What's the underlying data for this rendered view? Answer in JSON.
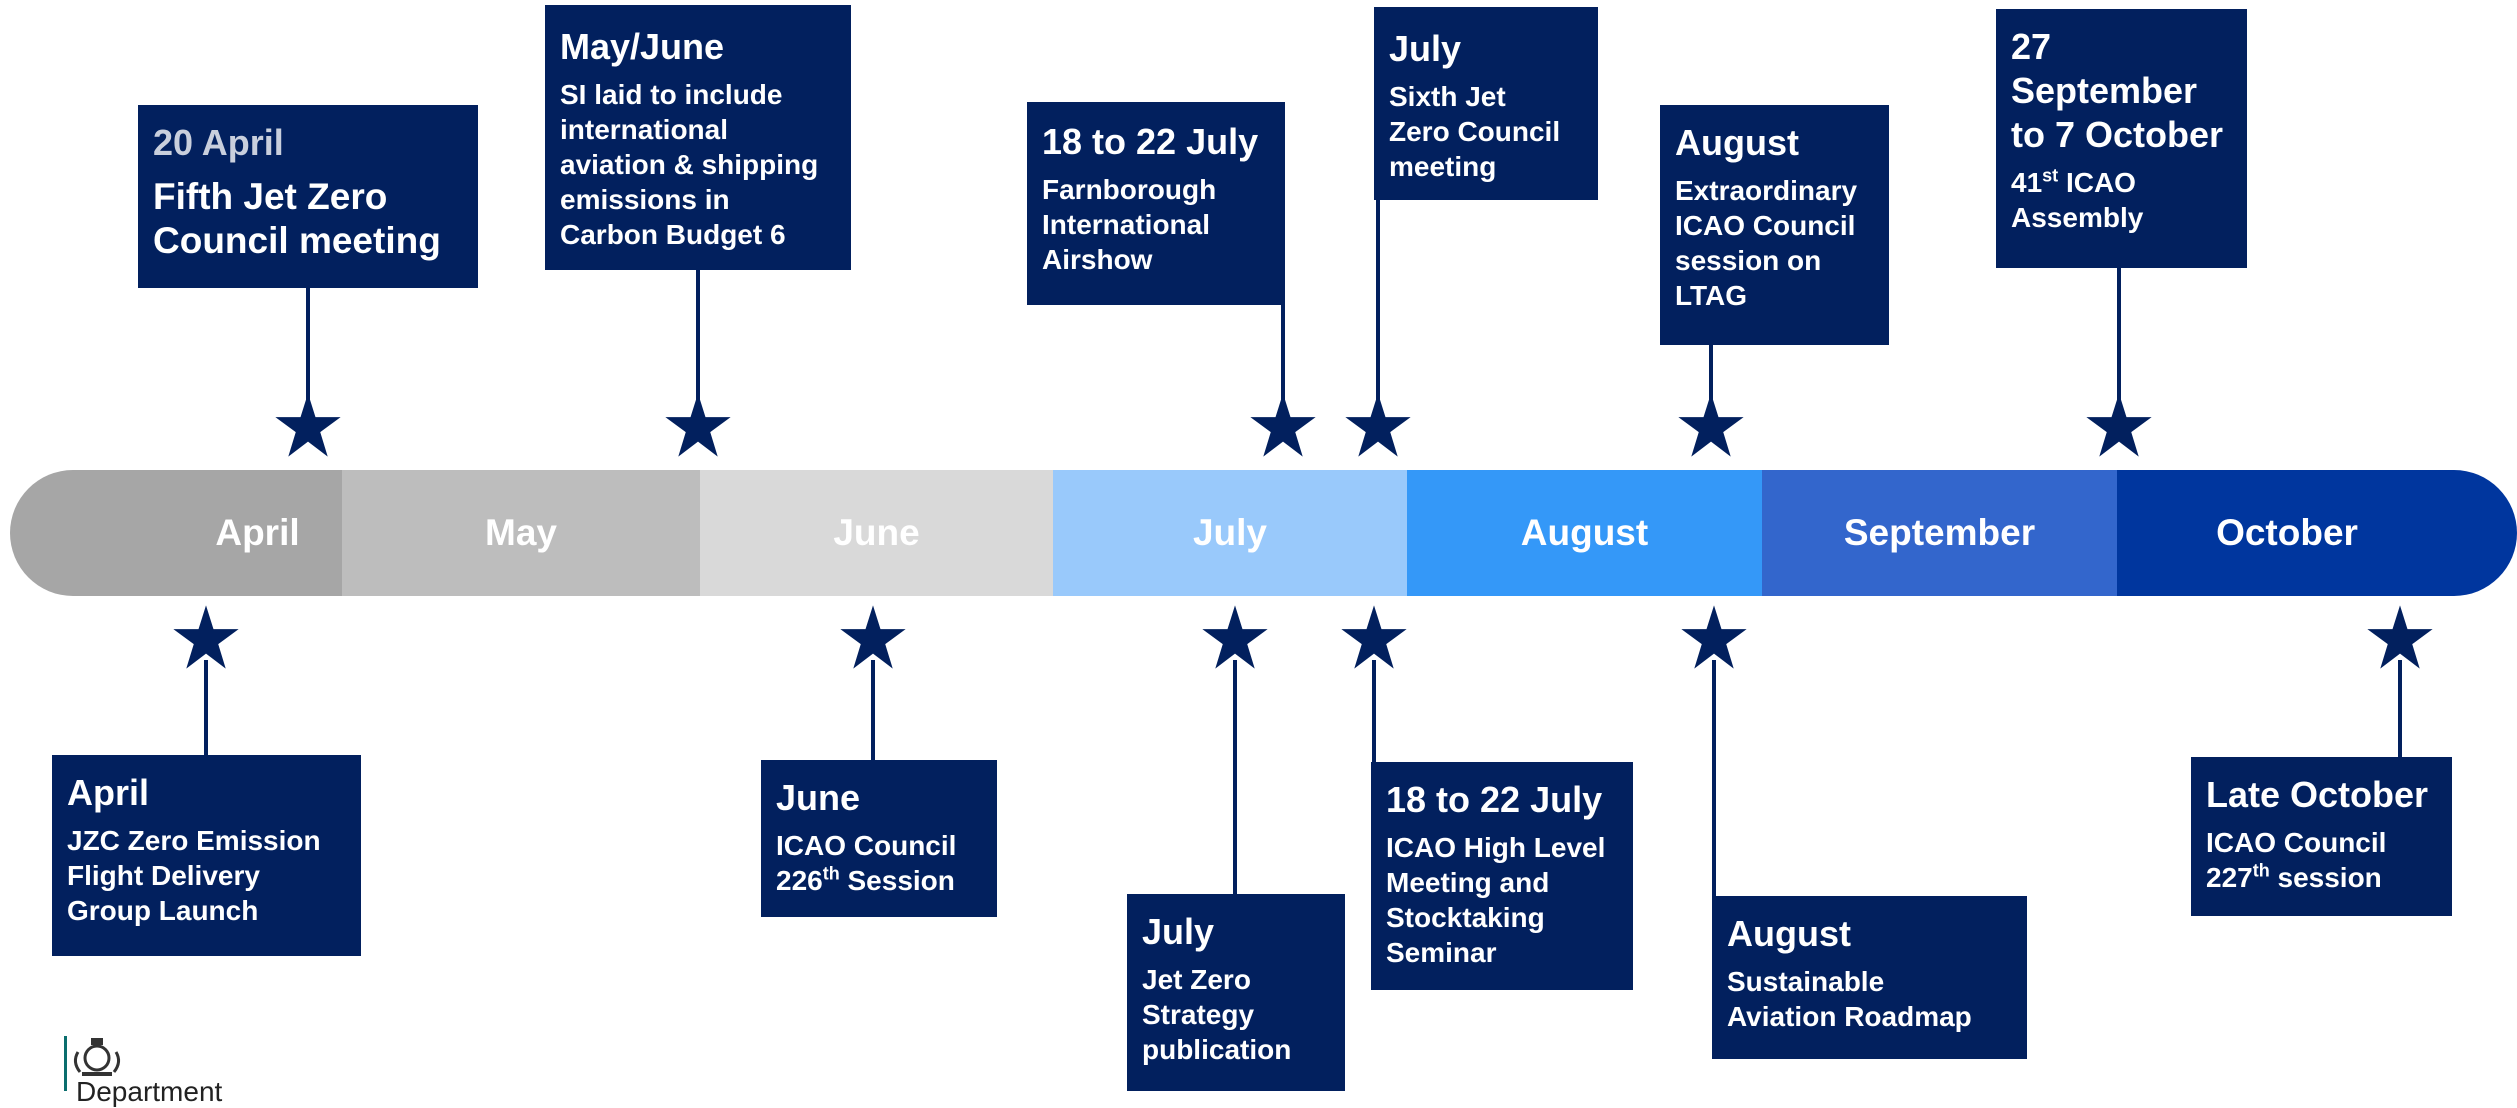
{
  "months": [
    {
      "label": "April",
      "color": "#a6a6a6"
    },
    {
      "label": "May",
      "color": "#bdbdbd"
    },
    {
      "label": "June",
      "color": "#d9d9d9"
    },
    {
      "label": "July",
      "color": "#99c9fb"
    },
    {
      "label": "August",
      "color": "#3498f8"
    },
    {
      "label": "September",
      "color": "#3366cc"
    },
    {
      "label": "October",
      "color": "#00369e"
    }
  ],
  "above": [
    {
      "date": "20 April",
      "text": "Fifth Jet Zero\nCouncil meeting"
    },
    {
      "date": "May/June",
      "text": "SI laid to include\ninternational\naviation & shipping\nemissions in\nCarbon Budget  6"
    },
    {
      "date": "18 to 22 July",
      "text": "Farnborough\nInternational\nAirshow"
    },
    {
      "date": "July",
      "text": "Sixth Jet\nZero Council\nmeeting"
    },
    {
      "date": "August",
      "text": "Extraordinary\nICAO Council\nsession on\nLTAG"
    },
    {
      "date": "27\nSeptember\nto 7 October",
      "text_pre": "41",
      "text_sup": "st",
      "text_post": " ICAO\nAssembly"
    }
  ],
  "below": [
    {
      "date": "April",
      "text": "JZC Zero Emission\nFlight Delivery\nGroup Launch"
    },
    {
      "date": "June",
      "text_pre": "ICAO Council\n226",
      "text_sup": "th",
      "text_post": " Session"
    },
    {
      "date": "July",
      "text": "Jet Zero\nStrategy\npublication"
    },
    {
      "date": "18 to 22 July",
      "text": "ICAO High Level\nMeeting and\nStocktaking\nSeminar"
    },
    {
      "date": "August",
      "text": "Sustainable\nAviation Roadmap"
    },
    {
      "date": "Late October",
      "text_pre": "ICAO Council\n227",
      "text_sup": "th",
      "text_post": " session"
    }
  ],
  "footer": {
    "department": "Department"
  },
  "colors": {
    "navy": "#02205e"
  }
}
